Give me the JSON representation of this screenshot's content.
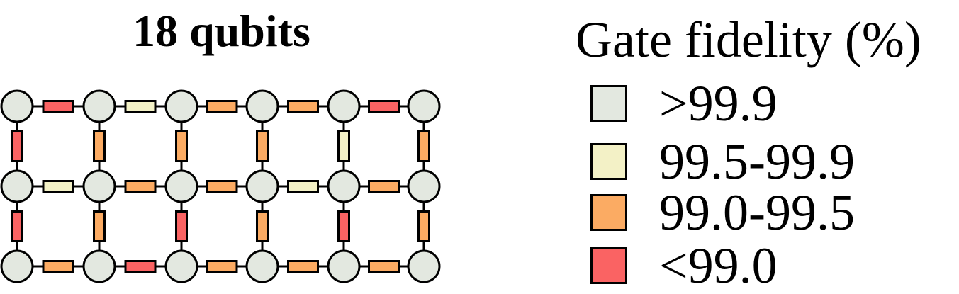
{
  "title": "18 qubits",
  "legend": {
    "title": "Gate fidelity (%)",
    "items": [
      {
        "label": ">99.9",
        "color": "#e3e8e0",
        "key": "high"
      },
      {
        "label": "99.5-99.9",
        "color": "#f3f1c6",
        "key": "mid_high"
      },
      {
        "label": "99.0-99.5",
        "color": "#fbab63",
        "key": "mid"
      },
      {
        "label": "<99.0",
        "color": "#fa6363",
        "key": "low"
      }
    ]
  },
  "lattice": {
    "rows": 3,
    "cols": 6,
    "qubit_fidelity": "high",
    "horizontal_couplers": [
      [
        "low",
        "mid_high",
        "mid",
        "mid",
        "low"
      ],
      [
        "mid_high",
        "mid",
        "mid",
        "mid_high",
        "mid"
      ],
      [
        "mid",
        "low",
        "mid",
        "mid",
        "mid"
      ]
    ],
    "vertical_couplers": [
      [
        "low",
        "mid",
        "mid",
        "mid",
        "mid_high",
        "mid"
      ],
      [
        "low",
        "mid",
        "low",
        "mid",
        "low",
        "mid"
      ]
    ]
  }
}
